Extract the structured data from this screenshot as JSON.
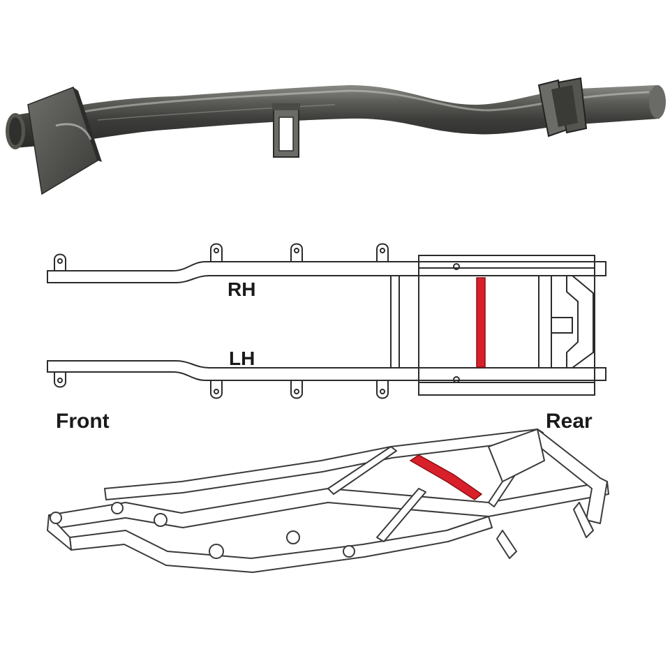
{
  "labels": {
    "right_rail": "RH",
    "left_rail": "LH",
    "front": "Front",
    "rear": "Rear"
  },
  "colors": {
    "highlight": "#d8202a",
    "steel": "#4a4a48",
    "outline": "#333333"
  },
  "icons": {
    "photo": "crossmember-tube-photo",
    "top_view": "frame-top-view",
    "iso_view": "frame-isometric-view"
  }
}
